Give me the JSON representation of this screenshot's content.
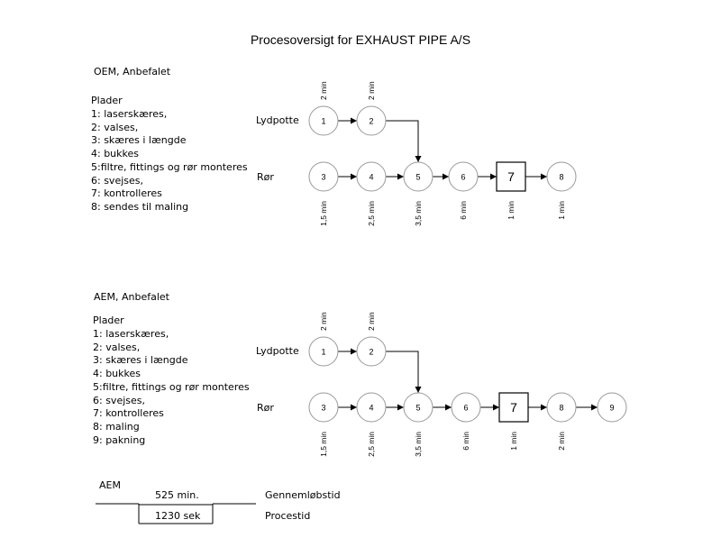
{
  "title": "Procesoversigt for EXHAUST PIPE A/S",
  "sections": [
    {
      "heading": "OEM, Anbefalet",
      "list_title": "Plader",
      "steps": [
        "1: laserskæres,",
        "2: valses,",
        "3: skæres i længde",
        "4: bukkes",
        "5:filtre, fittings og rør monteres",
        "6: svejses,",
        "7: kontrolleres",
        "8: sendes til maling"
      ],
      "row_top_label": "Lydpotte",
      "row_bottom_label": "Rør",
      "top_nodes": [
        {
          "label": "1",
          "time": "2 min"
        },
        {
          "label": "2",
          "time": "2 min"
        }
      ],
      "bottom_nodes": [
        {
          "label": "3",
          "time": "1,5 min",
          "shape": "circle"
        },
        {
          "label": "4",
          "time": "2,5 min",
          "shape": "circle"
        },
        {
          "label": "5",
          "time": "3,5 min",
          "shape": "circle"
        },
        {
          "label": "6",
          "time": "6 min",
          "shape": "circle"
        },
        {
          "label": "7",
          "time": "1 min",
          "shape": "square"
        },
        {
          "label": "8",
          "time": "1 min",
          "shape": "circle"
        }
      ]
    },
    {
      "heading": "AEM, Anbefalet",
      "list_title": "Plader",
      "steps": [
        "1: laserskæres,",
        "2: valses,",
        "3: skæres i længde",
        "4: bukkes",
        "5:filtre, fittings og rør monteres",
        "6: svejses,",
        "7: kontrolleres",
        "8: maling",
        "9: pakning"
      ],
      "row_top_label": "Lydpotte",
      "row_bottom_label": "Rør",
      "top_nodes": [
        {
          "label": "1",
          "time": "2 min"
        },
        {
          "label": "2",
          "time": "2 min"
        }
      ],
      "bottom_nodes": [
        {
          "label": "3",
          "time": "1,5 min",
          "shape": "circle"
        },
        {
          "label": "4",
          "time": "2,5 min",
          "shape": "circle"
        },
        {
          "label": "5",
          "time": "3,5 min",
          "shape": "circle"
        },
        {
          "label": "6",
          "time": "6 min",
          "shape": "circle"
        },
        {
          "label": "7",
          "time": "1 min",
          "shape": "square"
        },
        {
          "label": "8",
          "time": "2 min",
          "shape": "circle"
        },
        {
          "label": "9",
          "time": "",
          "shape": "circle"
        }
      ]
    }
  ],
  "timeline": {
    "label": "AEM",
    "lead_time": "525 min.",
    "process_time": "1230 sek",
    "lead_time_label": "Gennemløbstid",
    "process_time_label": "Procestid"
  }
}
